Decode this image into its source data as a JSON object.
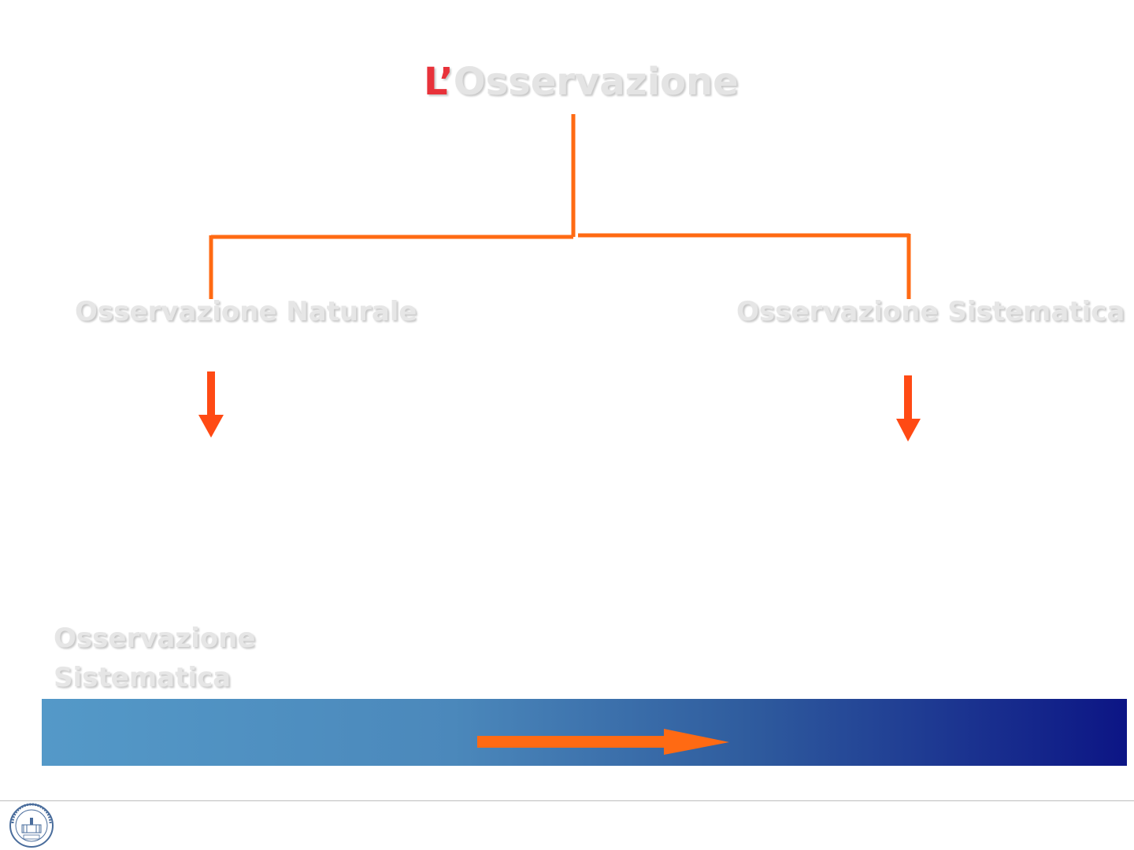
{
  "title": {
    "prefix": "L’",
    "main": "Osservazione"
  },
  "branches": {
    "left_label": "Osservazione Naturale",
    "right_label": "Osservazione Sistematica"
  },
  "bottom": {
    "label_line1": "Osservazione",
    "label_line2": "Sistematica"
  },
  "colors": {
    "connector": "#ff6a13",
    "arrow": "#ff4a14",
    "title_prefix": "#e8323a",
    "gradient_start": "#5499c8",
    "gradient_end": "#0c1585"
  },
  "icons": {
    "footer_logo": "university-seal-icon"
  }
}
